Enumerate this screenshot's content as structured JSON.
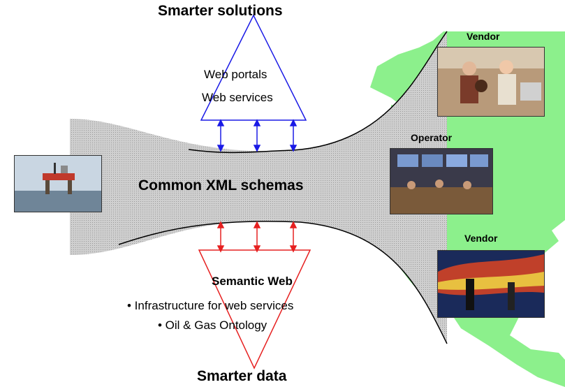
{
  "top": {
    "title": "Smarter solutions",
    "lines": [
      "Web portals",
      "Web services"
    ],
    "color": "#1a1ae6"
  },
  "middle": {
    "label": "Common XML schemas",
    "fill": "#d6d6d6"
  },
  "bottom": {
    "title": "Smarter data",
    "heading": "Semantic Web",
    "bullets": [
      "• Infrastructure for web services",
      "• Oil & Gas Ontology"
    ],
    "color": "#e62020"
  },
  "right_panel": {
    "labels": [
      "Vendor",
      "Operator",
      "Vendor"
    ],
    "map_color": "#8cf08c"
  },
  "photos": [
    {
      "name": "oil-platform-photo"
    },
    {
      "name": "vendor-team-photo"
    },
    {
      "name": "operator-control-room-photo"
    },
    {
      "name": "vendor-visualization-photo"
    }
  ]
}
